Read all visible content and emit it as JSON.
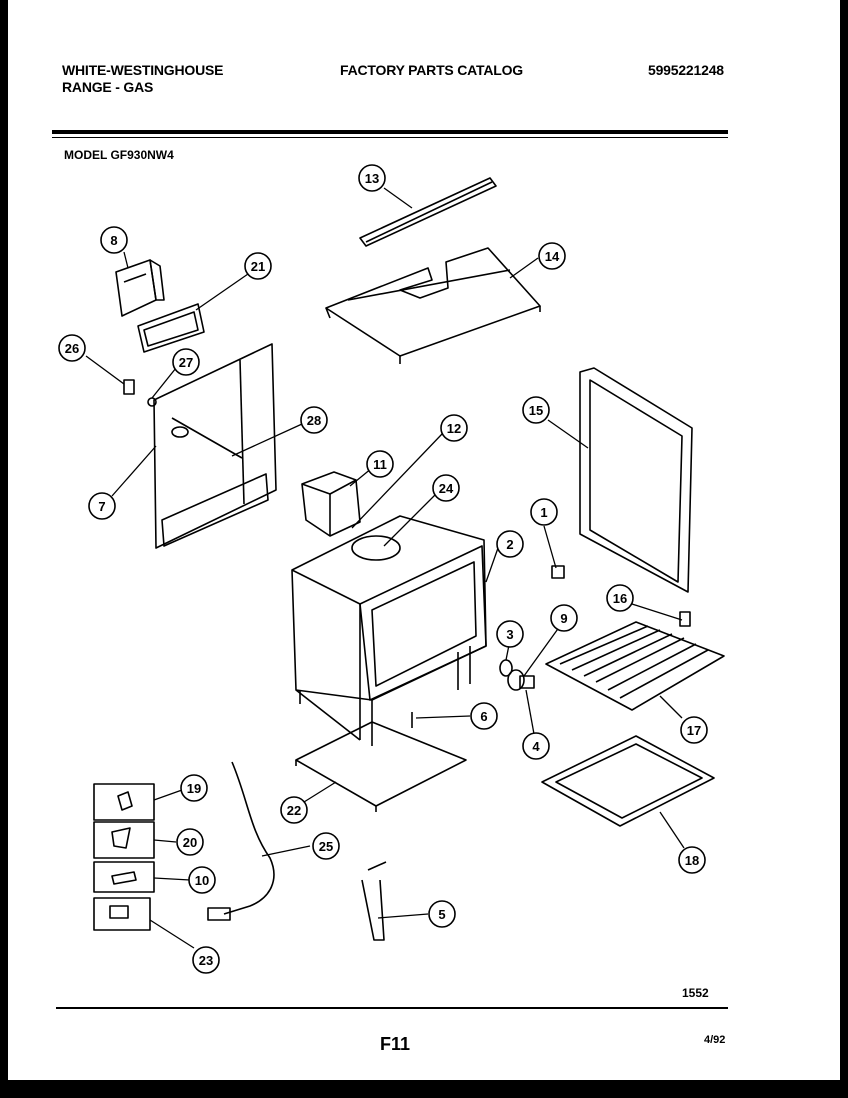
{
  "header": {
    "brand_line1": "WHITE-WESTINGHOUSE",
    "brand_line2": "RANGE - GAS",
    "catalog_title": "FACTORY PARTS CATALOG",
    "part_number": "5995221248",
    "model": "MODEL GF930NW4"
  },
  "footer": {
    "diagram_code": "1552",
    "page_ref": "F11",
    "date": "4/92"
  },
  "callouts": [
    "1",
    "2",
    "3",
    "4",
    "5",
    "6",
    "7",
    "8",
    "9",
    "10",
    "11",
    "12",
    "13",
    "14",
    "15",
    "16",
    "17",
    "18",
    "19",
    "20",
    "21",
    "22",
    "23",
    "24",
    "25",
    "26",
    "27",
    "28"
  ],
  "colors": {
    "ink": "#000000",
    "paper": "#ffffff"
  }
}
